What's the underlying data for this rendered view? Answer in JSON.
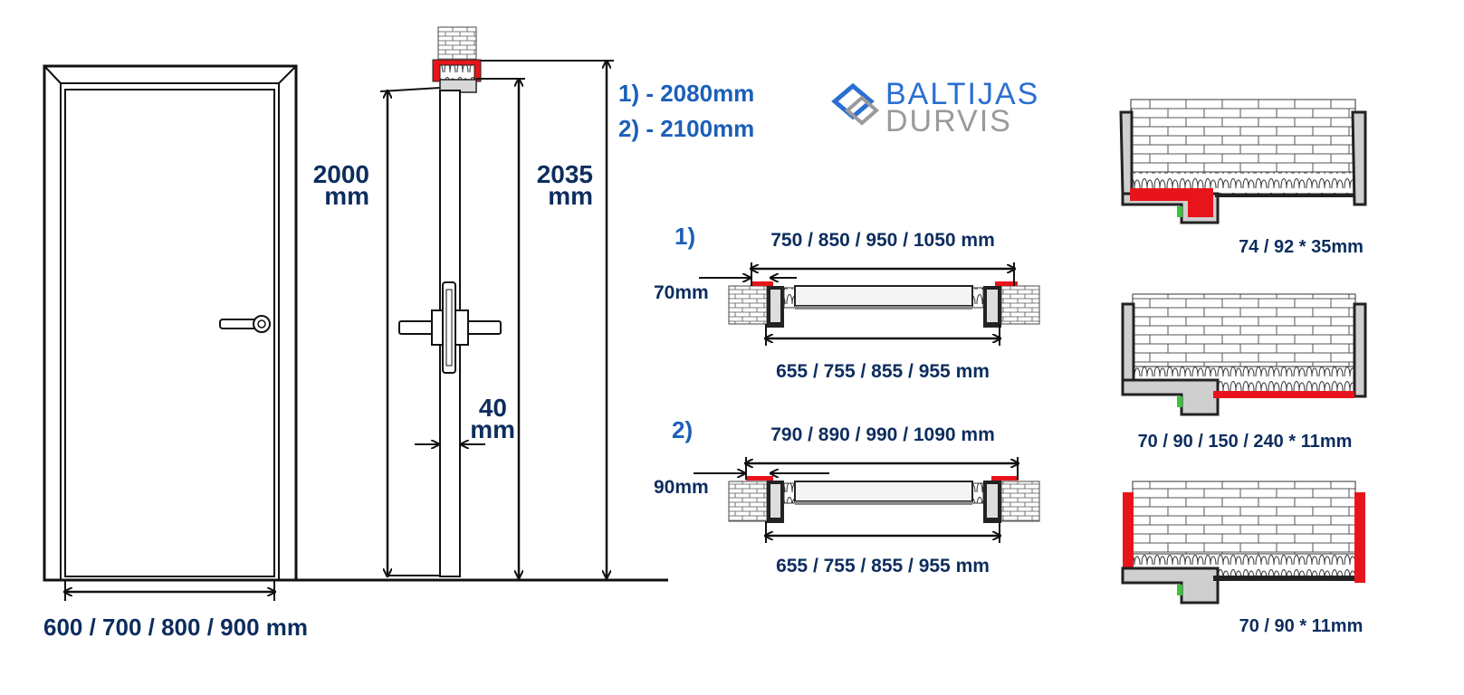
{
  "brand": {
    "line1": "BALTIJAS",
    "line2": "DURVIS"
  },
  "door": {
    "width_label": "600 / 700 / 800 / 900 mm",
    "height_label_1": "2000",
    "height_label_2": "mm",
    "frame_height_label_1": "2035",
    "frame_height_label_2": "mm",
    "thickness_label_1": "40",
    "thickness_label_2": "mm"
  },
  "overall_heights": {
    "line1": "1) - 2080mm",
    "line2": "2) - 2100mm"
  },
  "section1": {
    "marker": "1)",
    "outer_label": "750 / 850 / 950 / 1050 mm",
    "frame_label": "70mm",
    "inner_label": "655 / 755 / 855 / 955 mm"
  },
  "section2": {
    "marker": "2)",
    "outer_label": "790 / 890 / 990 / 1090 mm",
    "frame_label": "90mm",
    "inner_label": "655 / 755 / 855 / 955 mm"
  },
  "profiles": [
    {
      "label": "74 / 92 * 35mm",
      "highlight": "#e8141b"
    },
    {
      "label": "70 / 90 / 150 / 240 * 11mm",
      "highlight": "#e8141b"
    },
    {
      "label": "70 / 90 * 11mm",
      "highlight": "#e8141b"
    }
  ]
}
